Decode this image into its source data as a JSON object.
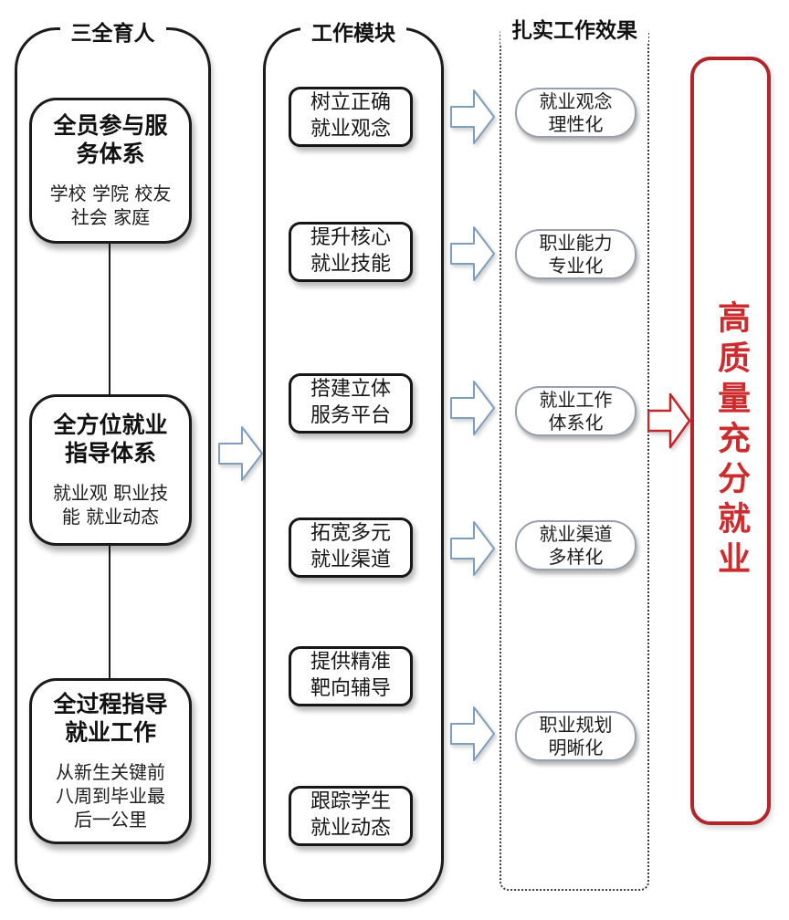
{
  "colors": {
    "border_black": "#1b1b1b",
    "arrow_blue": "#7f9dbd",
    "accent_red": "#b2262b",
    "result_text_red": "#cd2c2e",
    "pill_border_gray": "#98a0ac"
  },
  "left_column": {
    "header": "三全育人",
    "boxes": [
      {
        "title": "全员参与服\n务体系",
        "subtitle": "学校 学院 校友\n社会 家庭"
      },
      {
        "title": "全方位就业\n指导体系",
        "subtitle": "就业观 职业技\n能 就业动态"
      },
      {
        "title": "全过程指导\n就业工作",
        "subtitle": "从新生关键前\n八周到毕业最\n后一公里"
      }
    ]
  },
  "middle_column": {
    "header": "工作模块",
    "boxes": [
      {
        "label": "树立正确\n就业观念"
      },
      {
        "label": "提升核心\n就业技能"
      },
      {
        "label": "搭建立体\n服务平台"
      },
      {
        "label": "拓宽多元\n就业渠道"
      },
      {
        "label": "提供精准\n靶向辅导"
      },
      {
        "label": "跟踪学生\n就业动态"
      }
    ]
  },
  "right_column": {
    "header": "扎实工作效果",
    "boxes": [
      {
        "label": "就业观念\n理性化"
      },
      {
        "label": "职业能力\n专业化"
      },
      {
        "label": "就业工作\n体系化"
      },
      {
        "label": "就业渠道\n多样化"
      },
      {
        "label": "职业规划\n明晰化"
      }
    ]
  },
  "result": {
    "label": "高质量充分就业"
  }
}
